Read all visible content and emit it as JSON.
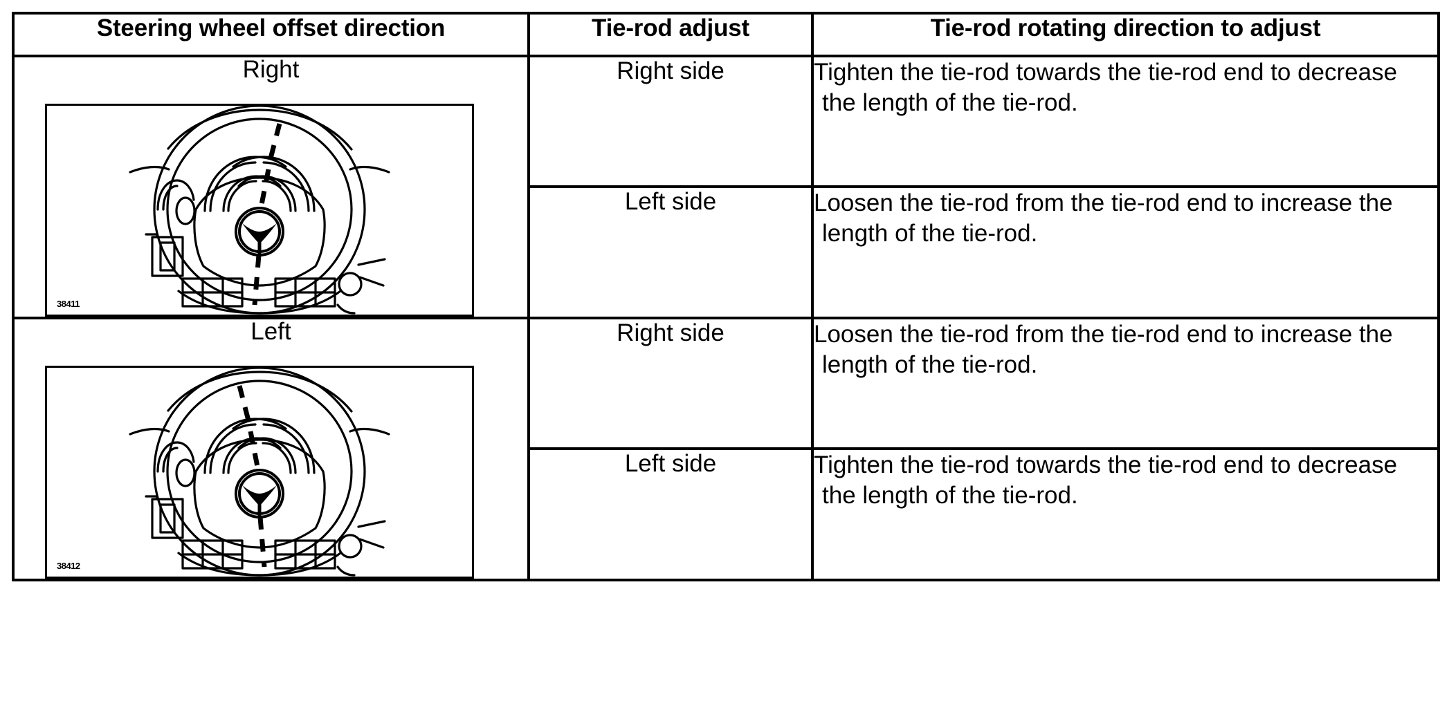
{
  "table": {
    "columns": [
      {
        "key": "direction",
        "header": "Steering wheel offset direction"
      },
      {
        "key": "adjust",
        "header": "Tie-rod adjust"
      },
      {
        "key": "rotation",
        "header": "Tie-rod rotating direction to adjust"
      }
    ],
    "groups": [
      {
        "direction_label": "Right",
        "illustration": {
          "name": "steering-wheel-offset-right",
          "code": "38411",
          "mark_direction": "right"
        },
        "rows": [
          {
            "adjust": "Right side",
            "rotation": "Tighten the tie-rod towards the tie-rod end to decrease the length of the tie-rod."
          },
          {
            "adjust": "Left side",
            "rotation": "Loosen the tie-rod from the tie-rod end to increase the length of the tie-rod."
          }
        ]
      },
      {
        "direction_label": "Left",
        "illustration": {
          "name": "steering-wheel-offset-left",
          "code": "38412",
          "mark_direction": "left"
        },
        "rows": [
          {
            "adjust": "Right side",
            "rotation": "Loosen the tie-rod from the tie-rod end to increase the length of the tie-rod."
          },
          {
            "adjust": "Left side",
            "rotation": "Tighten the tie-rod towards the tie-rod end to decrease the length of the tie-rod."
          }
        ]
      }
    ]
  },
  "colors": {
    "line": "#000000",
    "background": "#ffffff",
    "text": "#000000"
  }
}
